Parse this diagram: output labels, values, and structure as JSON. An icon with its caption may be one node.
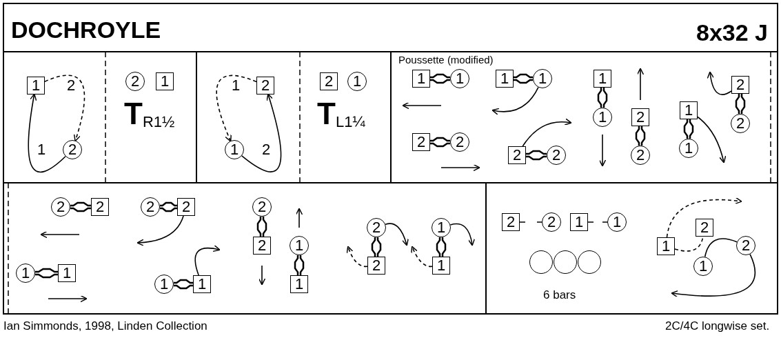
{
  "diagram": {
    "title": "DOCHROYLE",
    "nodes": [
      {
        "text": [
          "1"
        ]
      },
      {
        "text": [
          "2"
        ]
      },
      {
        "text": [
          "1"
        ]
      },
      {
        "text": [
          "2"
        ]
      },
      {
        "text": [
          "2"
        ]
      },
      {
        "text": [
          "1"
        ]
      },
      {
        "text": [
          "1"
        ]
      },
      {
        "text": [
          "2"
        ]
      },
      {
        "text": [
          "1"
        ]
      },
      {
        "text": [
          "2"
        ]
      },
      {
        "text": [
          "2"
        ]
      },
      {
        "text": [
          "1"
        ]
      },
      {
        "text": [
          "1"
        ]
      },
      {
        "text": [
          "1"
        ]
      },
      {
        "text": [
          "2"
        ]
      },
      {
        "text": [
          "2"
        ]
      },
      {
        "text": [
          "1"
        ]
      },
      {
        "text": [
          "1"
        ]
      },
      {
        "text": [
          "2"
        ]
      },
      {
        "text": [
          "2"
        ]
      },
      {
        "text": [
          "1"
        ]
      },
      {
        "text": [
          "1"
        ]
      },
      {
        "text": [
          "2"
        ]
      },
      {
        "text": [
          "2"
        ]
      },
      {
        "text": [
          "1"
        ]
      },
      {
        "text": [
          "1"
        ]
      },
      {
        "text": [
          "2"
        ]
      },
      {
        "text": [
          "2"
        ]
      },
      {
        "text": [
          "2"
        ]
      },
      {
        "text": [
          "2"
        ]
      },
      {
        "text": [
          "1"
        ]
      },
      {
        "text": [
          "1"
        ]
      },
      {
        "text": [
          "2"
        ]
      },
      {
        "text": [
          "2"
        ]
      },
      {
        "text": [
          "1"
        ]
      },
      {
        "text": [
          "1"
        ]
      },
      {
        "text": [
          "2"
        ]
      },
      {
        "text": [
          "2"
        ]
      },
      {
        "text": [
          "1"
        ]
      },
      {
        "text": [
          "1"
        ]
      },
      {
        "text": [
          "2"
        ]
      },
      {
        "text": [
          "2"
        ]
      },
      {
        "text": [
          "1"
        ]
      },
      {
        "text": [
          "1"
        ]
      },
      {
        "text": [
          "2"
        ]
      },
      {
        "text": [
          "2"
        ]
      },
      {
        "text": [
          "1"
        ]
      },
      {
        "text": [
          "1"
        ]
      },
      {
        "text": [],
        "shape": "circle"
      },
      {
        "text": [],
        "shape": "circle"
      },
      {
        "text": [],
        "shape": "circle"
      },
      {
        "text": [
          "1"
        ]
      },
      {
        "text": [
          "2"
        ]
      },
      {
        "text": [
          "1"
        ]
      },
      {
        "text": [
          "2"
        ]
      }
    ],
    "edges": [
      {
        "from": 0,
        "to": 3,
        "arrow": "to",
        "style": "dashed"
      },
      {
        "from": 3,
        "to": 0,
        "arrow": "to"
      },
      {
        "from": 7,
        "to": 8,
        "arrow": "to",
        "style": "dashed"
      },
      {
        "from": 8,
        "to": 7,
        "arrow": "to"
      },
      {
        "from": 12,
        "to": 13,
        "arrow": "none"
      },
      {
        "from": 14,
        "to": 15,
        "arrow": "none"
      },
      {
        "from": 16,
        "to": 17,
        "arrow": "none"
      },
      {
        "from": 17,
        "to": null,
        "arrow": "to"
      },
      {
        "from": 18,
        "to": 19,
        "arrow": "none"
      },
      {
        "from": 18,
        "to": null,
        "arrow": "to"
      },
      {
        "from": 20,
        "to": 21,
        "arrow": "none"
      },
      {
        "from": 22,
        "to": 23,
        "arrow": "none"
      },
      {
        "from": 24,
        "to": 25,
        "arrow": "none"
      },
      {
        "from": 24,
        "to": null,
        "arrow": "to"
      },
      {
        "from": 26,
        "to": 27,
        "arrow": "none"
      },
      {
        "from": 26,
        "to": null,
        "arrow": "to"
      },
      {
        "from": 28,
        "to": 29,
        "arrow": "none"
      },
      {
        "from": 30,
        "to": 31,
        "arrow": "none"
      },
      {
        "from": 32,
        "to": 33,
        "arrow": "none"
      },
      {
        "from": 33,
        "to": null,
        "arrow": "to"
      },
      {
        "from": 34,
        "to": 35,
        "arrow": "none"
      },
      {
        "from": 35,
        "to": null,
        "arrow": "to"
      },
      {
        "from": 36,
        "to": 37,
        "arrow": "none"
      },
      {
        "from": 38,
        "to": 39,
        "arrow": "none"
      },
      {
        "from": 40,
        "to": 41,
        "arrow": "none"
      },
      {
        "from": 40,
        "to": null,
        "arrow": "to"
      },
      {
        "from": 41,
        "to": null,
        "arrow": "to",
        "style": "dashed"
      },
      {
        "from": 42,
        "to": 43,
        "arrow": "none"
      },
      {
        "from": 42,
        "to": null,
        "arrow": "to"
      },
      {
        "from": 43,
        "to": null,
        "arrow": "to",
        "style": "dashed"
      },
      {
        "from": 51,
        "to": null,
        "arrow": "to",
        "style": "dashed"
      },
      {
        "from": 51,
        "to": 52,
        "arrow": "none",
        "style": "dashed"
      },
      {
        "from": 53,
        "to": 54,
        "arrow": "none"
      },
      {
        "from": 54,
        "to": null,
        "arrow": "to"
      }
    ],
    "labels": [
      "8x32 J",
      "**T**$_{R1½}$",
      "**T**$_{L1¼}$",
      "Poussette (modified)",
      "6 bars",
      "Ian Simmonds, 1998, Linden Collection",
      "2C/4C longwise set."
    ]
  }
}
